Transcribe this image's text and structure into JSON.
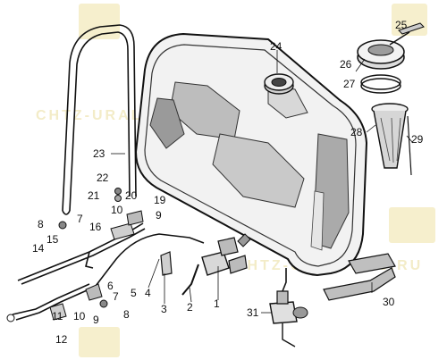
{
  "watermark": {
    "text_left": "CHTZ-URALTRAC",
    "text_right": "CHTZ-URALTRAC.RU",
    "color": "#f3ecc8"
  },
  "callouts": {
    "c1": "1",
    "c2": "2",
    "c3": "3",
    "c4": "4",
    "c5": "5",
    "c6": "6",
    "c7a": "7",
    "c7b": "7",
    "c8a": "8",
    "c8b": "8",
    "c9a": "9",
    "c9b": "9",
    "c10a": "10",
    "c10b": "10",
    "c11": "11",
    "c12": "12",
    "c14": "14",
    "c15": "15",
    "c16": "16",
    "c19": "19",
    "c20": "20",
    "c21": "21",
    "c22": "22",
    "c23": "23",
    "c24": "24",
    "c25": "25",
    "c26": "26",
    "c27": "27",
    "c28": "28",
    "c29": "29",
    "c30": "30",
    "c31": "31"
  }
}
